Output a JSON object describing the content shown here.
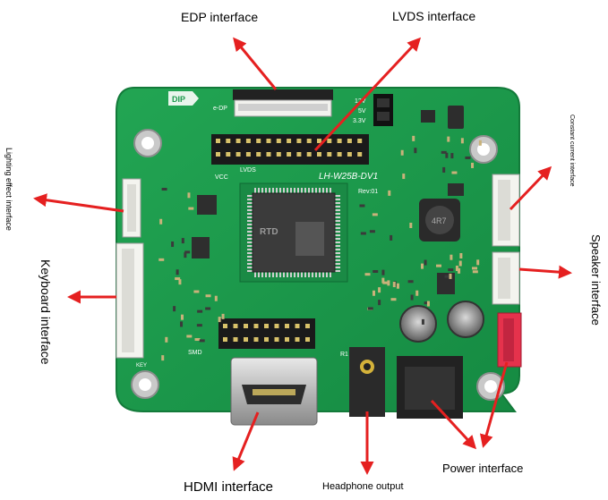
{
  "labels": {
    "edp": "EDP interface",
    "lvds": "LVDS interface",
    "lighting": "Lighting effect interface",
    "keyboard": "Keyboard interface",
    "constant_current": "Constant current interface",
    "speaker": "Speaker interface",
    "hdmi": "HDMI interface",
    "headphone": "Headphone output",
    "power": "Power interface"
  },
  "board": {
    "model": "LH-W25B-DV1",
    "dip": "DIP",
    "chip": "RTD",
    "edp_tag": "e-DP",
    "lvds_tag": "LVDS",
    "vcc_tag": "VCC",
    "v12": "12V",
    "v5": "5V",
    "v33": "3.3V",
    "rev": "Rev:01",
    "key": "KEY",
    "inductor": "4R7",
    "r1": "R1",
    "smd": "SMD"
  },
  "colors": {
    "pcb": "#1d9a4d",
    "pcb_edge": "#178442",
    "arrow": "#e52020"
  }
}
